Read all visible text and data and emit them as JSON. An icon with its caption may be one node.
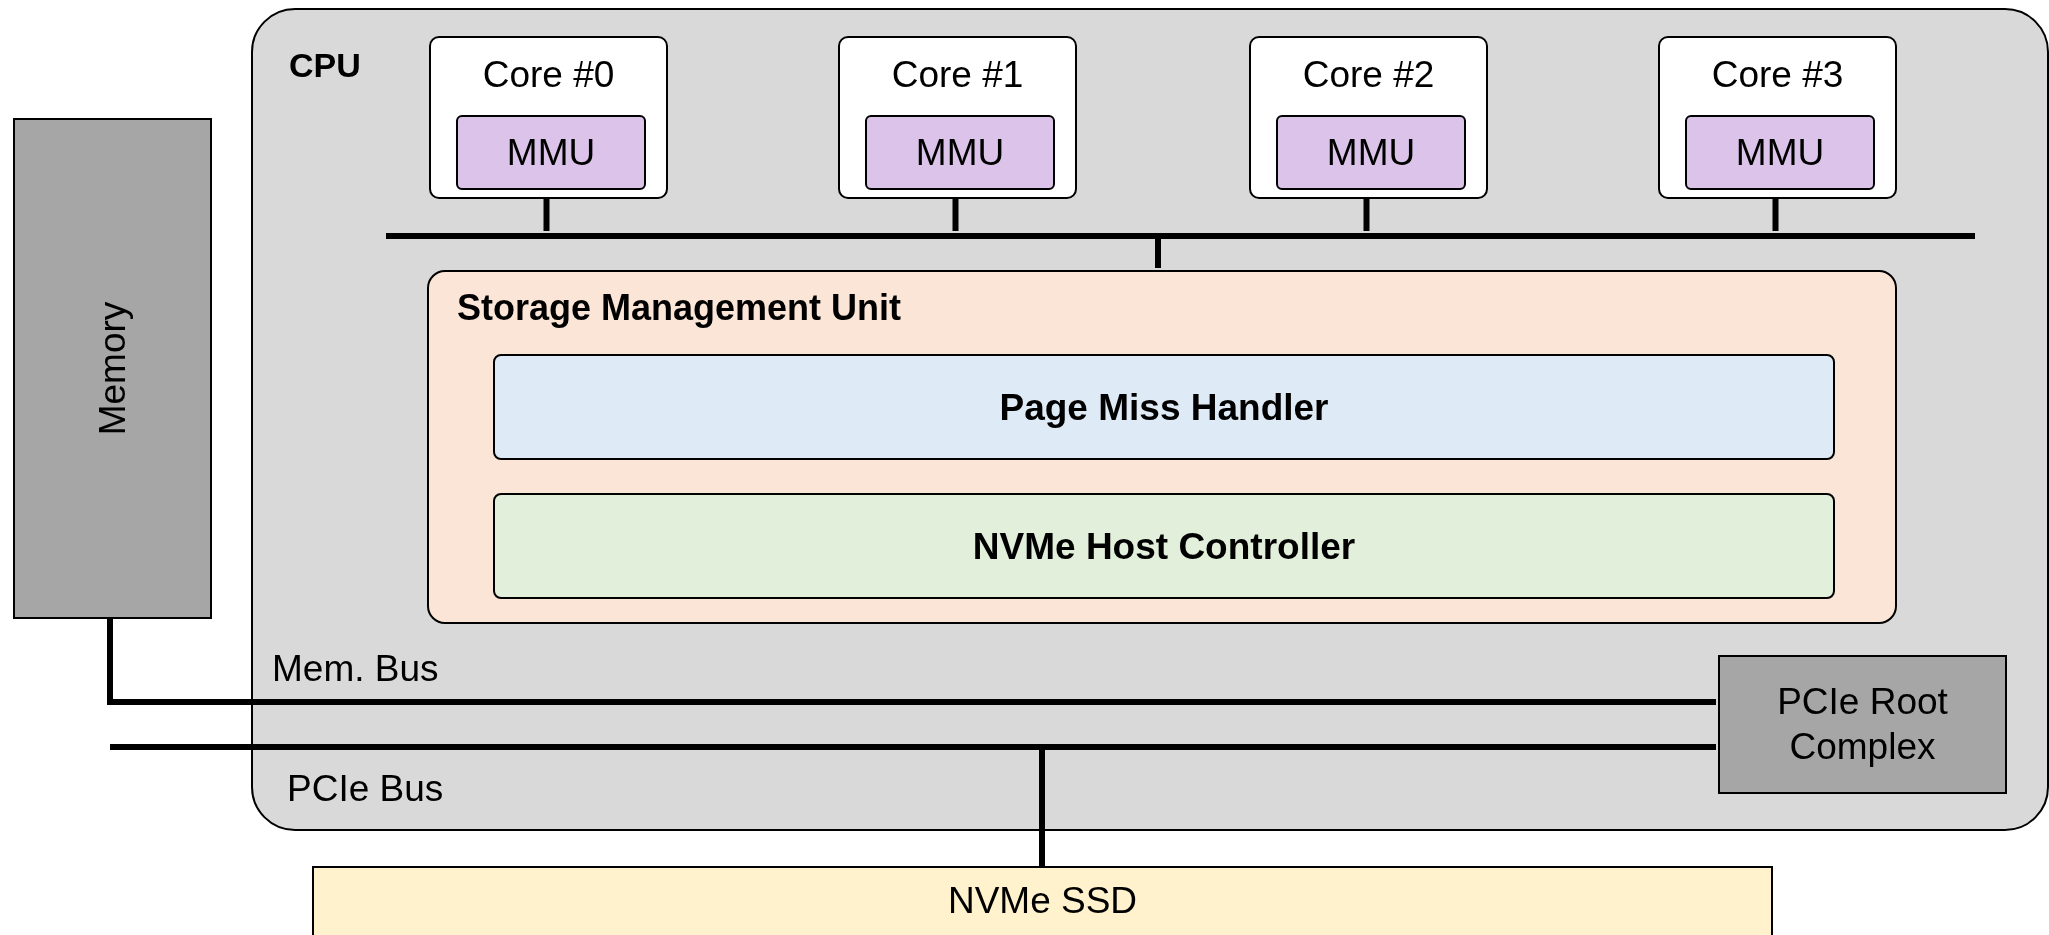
{
  "diagram": {
    "nodes": [
      {
        "text": [
          "CPU"
        ]
      },
      {
        "text": [
          "Core #0"
        ],
        "in": 0
      },
      {
        "text": [
          "Core #1"
        ],
        "in": 0
      },
      {
        "text": [
          "Core #2"
        ],
        "in": 0
      },
      {
        "text": [
          "Core #3"
        ],
        "in": 0
      },
      {
        "text": [
          "MMU"
        ],
        "in": 1
      },
      {
        "text": [
          "MMU"
        ],
        "in": 2
      },
      {
        "text": [
          "MMU"
        ],
        "in": 3
      },
      {
        "text": [
          "MMU"
        ],
        "in": 4
      },
      {
        "text": [],
        "shape": "bar",
        "in": 0
      },
      {
        "text": [
          "Storage Management Unit"
        ],
        "in": 0
      },
      {
        "text": [
          "Page Miss Handler"
        ],
        "in": 10
      },
      {
        "text": [
          "NVMe Host Controller"
        ],
        "in": 10
      },
      {
        "text": [
          "Memory"
        ]
      },
      {
        "text": [
          "PCIe Root Complex"
        ],
        "in": 0
      },
      {
        "text": [
          "NVMe SSD"
        ]
      }
    ],
    "edges": [
      {
        "from": 1,
        "to": 9,
        "arrow": "none"
      },
      {
        "from": 2,
        "to": 9,
        "arrow": "none"
      },
      {
        "from": 3,
        "to": 9,
        "arrow": "none"
      },
      {
        "from": 4,
        "to": 9,
        "arrow": "none"
      },
      {
        "from": 9,
        "to": 10,
        "arrow": "none"
      },
      {
        "from": 13,
        "to": 14,
        "arrow": "none"
      },
      {
        "from": null,
        "to": 14,
        "arrow": "none"
      },
      {
        "from": 15,
        "to": 14,
        "arrow": "none"
      }
    ],
    "labels": [
      "Mem. Bus",
      "PCIe Bus"
    ]
  }
}
